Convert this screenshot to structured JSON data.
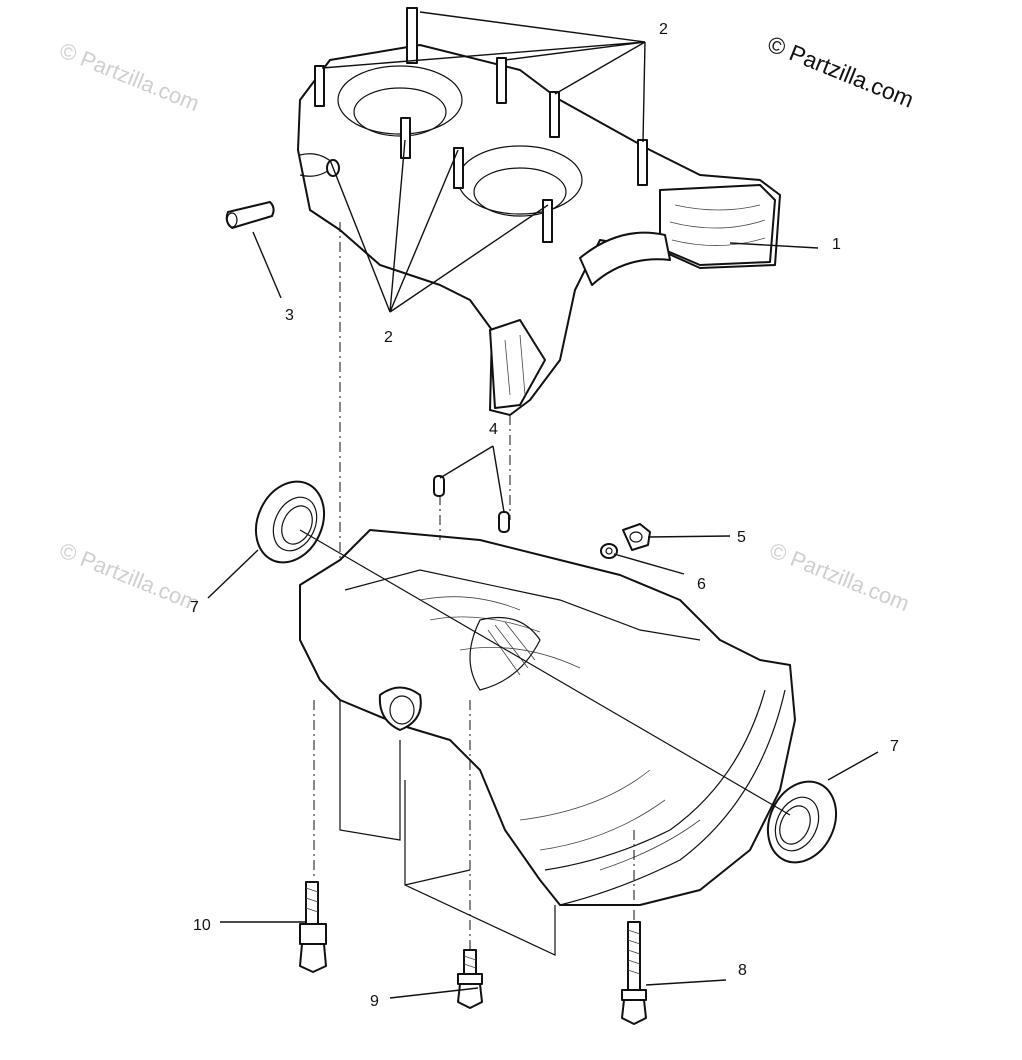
{
  "brand": {
    "text": "© Partzilla.com"
  },
  "watermarks": [
    {
      "text": "© Partzilla.com"
    },
    {
      "text": "© Partzilla.com"
    },
    {
      "text": "© Partzilla.com"
    }
  ],
  "callouts": {
    "c1": "1",
    "c2_top": "2",
    "c2_bottom": "2",
    "c3": "3",
    "c4": "4",
    "c5": "5",
    "c6": "6",
    "c7_left": "7",
    "c7_right": "7",
    "c8": "8",
    "c9": "9",
    "c10": "10"
  },
  "parts": [
    {
      "ref": "1",
      "name": "upper-crankcase"
    },
    {
      "ref": "2",
      "name": "cylinder-studs"
    },
    {
      "ref": "3",
      "name": "crankcase-sleeve"
    },
    {
      "ref": "4",
      "name": "dowel-pins"
    },
    {
      "ref": "5",
      "name": "drain-plug"
    },
    {
      "ref": "6",
      "name": "drain-washer"
    },
    {
      "ref": "7",
      "name": "crankshaft-seals"
    },
    {
      "ref": "8",
      "name": "long-bolt"
    },
    {
      "ref": "9",
      "name": "short-bolt"
    },
    {
      "ref": "10",
      "name": "medium-bolt"
    }
  ]
}
